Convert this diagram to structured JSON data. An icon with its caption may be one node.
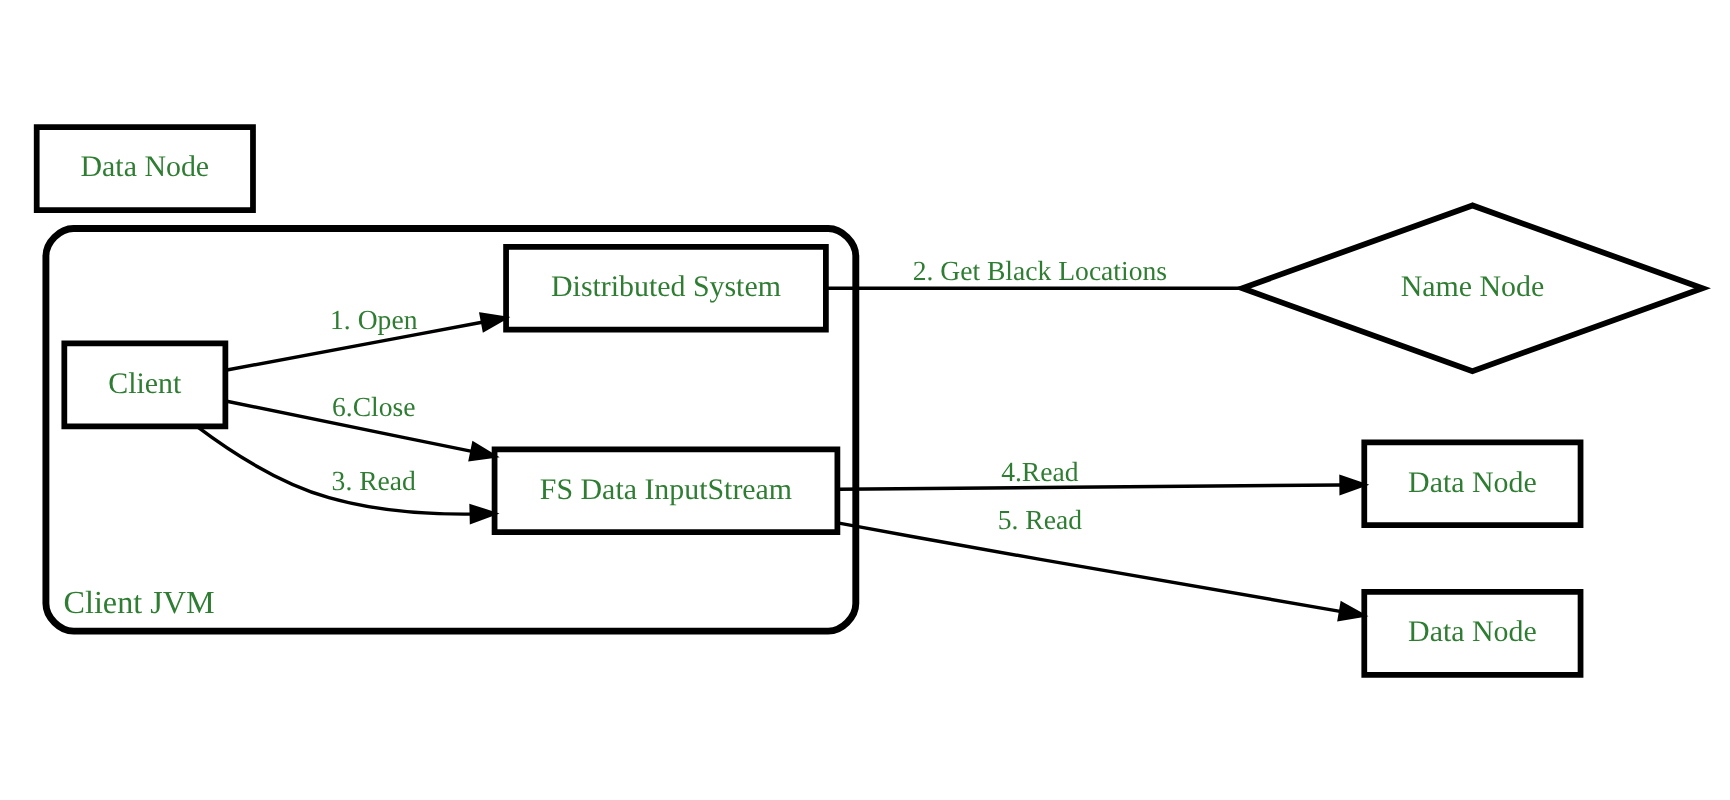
{
  "diagram": {
    "nodes": [
      {
        "text": [
          "Client JVM"
        ]
      },
      {
        "text": [
          "Client"
        ],
        "in": 0
      },
      {
        "text": [
          "Distributed System"
        ],
        "in": 0
      },
      {
        "text": [
          "FS Data InputStream"
        ],
        "in": 0
      },
      {
        "text": [
          "Name Node"
        ]
      },
      {
        "text": [
          "Data Node"
        ]
      },
      {
        "text": [
          "Data Node"
        ]
      },
      {
        "text": [
          "Data Node"
        ]
      }
    ],
    "edges": [
      {
        "from": 1,
        "to": 2,
        "arrow": "to",
        "label": "1. Open"
      },
      {
        "from": 2,
        "to": 4,
        "arrow": "none",
        "label": "2. Get Black Locations"
      },
      {
        "from": 1,
        "to": 3,
        "arrow": "to",
        "label": "3. Read"
      },
      {
        "from": 3,
        "to": 5,
        "arrow": "to",
        "label": "4.Read"
      },
      {
        "from": 3,
        "to": 7,
        "arrow": "to",
        "label": "5. Read"
      },
      {
        "from": 1,
        "to": 3,
        "arrow": "to",
        "label": "6.Close"
      }
    ]
  }
}
